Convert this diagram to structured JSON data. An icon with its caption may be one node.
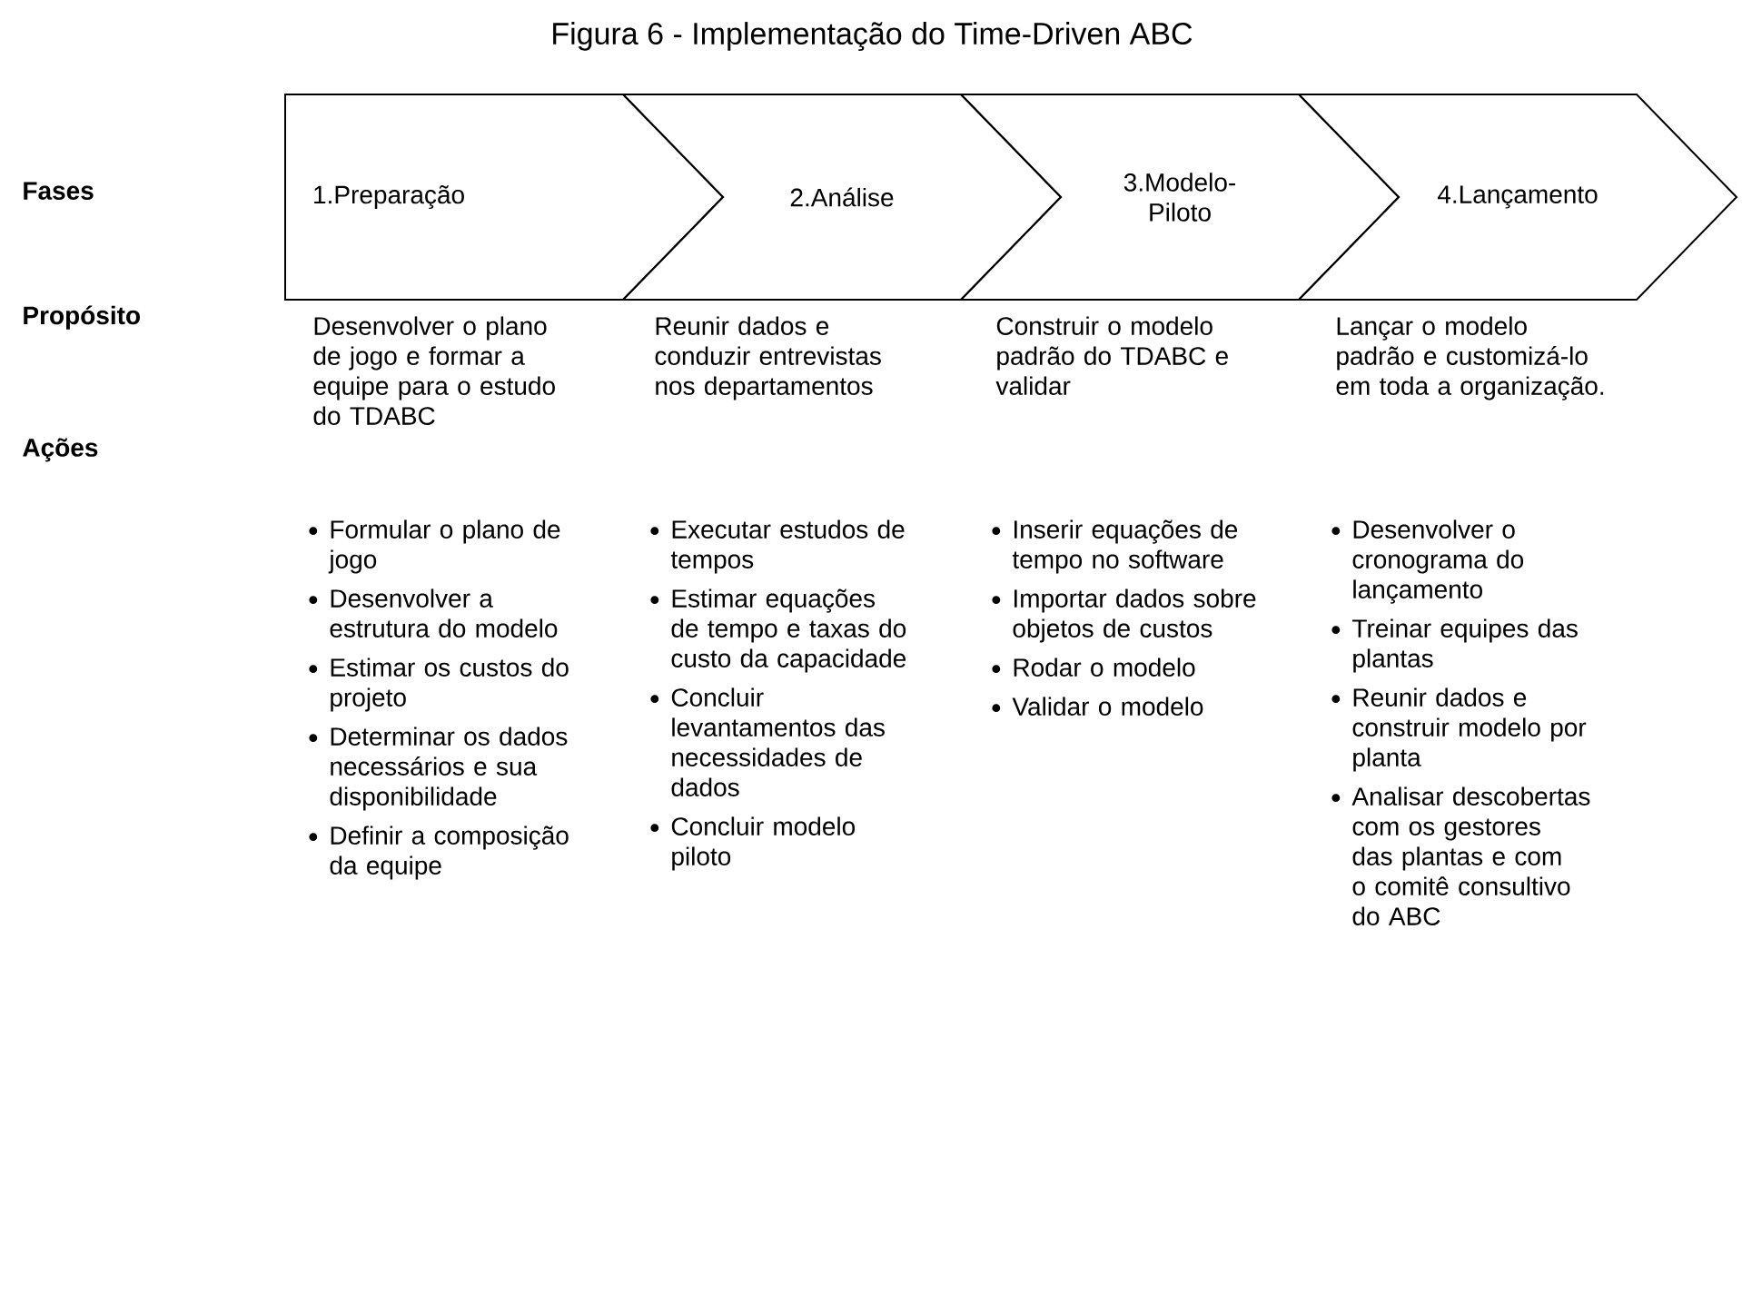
{
  "diagram": {
    "title": "Figura 6 - Implementação do Time-Driven ABC",
    "nodes": [
      {
        "text": [
          "1.Preparação"
        ]
      },
      {
        "text": [
          "2.Análise"
        ]
      },
      {
        "text": [
          "3.Modelo-Piloto"
        ]
      },
      {
        "text": [
          "4.Lançamento"
        ]
      }
    ],
    "labels": [
      "Fases",
      "Propósito",
      "Desenvolver o plano de jogo e formar a equipe para o estudo do TDABC",
      "Reunir dados e conduzir entrevistas nos departamentos",
      "Construir o modelo padrão do TDABC e validar",
      "Lançar o modelo padrão e customizá-lo em toda a organização.",
      "Ações",
      "Formular o plano de jogo",
      "Desenvolver a estrutura do modelo",
      "Estimar os custos do projeto",
      "Determinar os dados necessários e sua disponibilidade",
      "Definir a composição da equipe",
      "Executar estudos de tempos",
      "Estimar equações de tempo e taxas do custo da capacidade",
      "Concluir levantamentos das necessidades de dados",
      "Concluir modelo piloto",
      "Inserir equações de tempo no software",
      "Importar dados sobre objetos de custos",
      "Rodar o modelo",
      "Validar o modelo",
      "Desenvolver o cronograma do lançamento",
      "Treinar equipes das plantas",
      "Reunir dados e construir modelo por planta",
      "Analisar descobertas com os gestores das plantas e com o comitê consultivo do ABC"
    ]
  }
}
